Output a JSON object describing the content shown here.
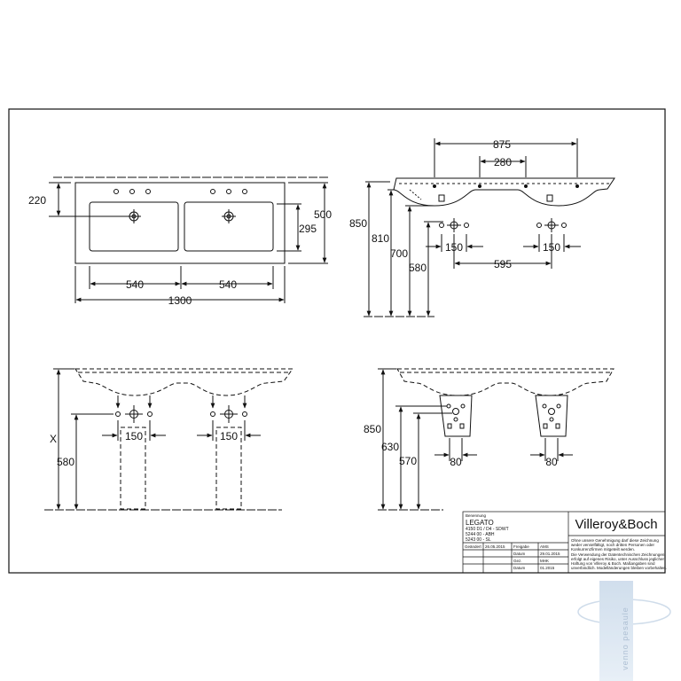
{
  "views": {
    "top": {
      "dims": {
        "d220": "220",
        "d500": "500",
        "d295": "295",
        "d540a": "540",
        "d540b": "540",
        "d1300": "1300"
      }
    },
    "side": {
      "dims": {
        "d875": "875",
        "d280": "280",
        "d850": "850",
        "d810": "810",
        "d700": "700",
        "d580": "580",
        "d150a": "150",
        "d150b": "150",
        "d595": "595"
      }
    },
    "front_pedestal": {
      "dims": {
        "dX": "X",
        "d580": "580",
        "d150a": "150",
        "d150b": "150"
      }
    },
    "front_half": {
      "dims": {
        "d850": "850",
        "d630": "630",
        "d570": "570",
        "d80a": "80",
        "d80b": "80"
      }
    }
  },
  "title_block": {
    "header_label": "Benennung",
    "product_name": "LEGATO",
    "article_lines": [
      "4150 D1 / D4 - SDWT",
      "5244 00 - ABH",
      "5243 00 - SL"
    ],
    "rows": [
      {
        "a": "Geändert",
        "b": "26.05.2015",
        "c": "Freigabe",
        "d": "AMS"
      },
      {
        "a": "",
        "b": "",
        "c": "Datum",
        "d": "29.01.2015"
      },
      {
        "a": "",
        "b": "",
        "c": "Gez.",
        "d": "MHK"
      },
      {
        "a": "",
        "b": "",
        "c": "Datum",
        "d": "01.2015"
      }
    ],
    "brand": "Villeroy&Boch",
    "legal_lines": [
      "Ohne unsere Genehmigung darf diese Zeichnung",
      "weder vervielfältigt, noch dritten Personen oder",
      "Konkurrenzfirmen mitgeteilt werden.",
      "Die Verwendung der Datentechnischen Zeichnungen",
      "erfolgt auf eigenes Risiko, unter Ausschluss jeglicher",
      "Haftung von Villeroy & Boch. Maßangaben sind",
      "unverbindlich. Modelländerungen bleiben vorbehalten."
    ]
  },
  "watermark": {
    "text": "venno pesaule"
  },
  "colors": {
    "line": "#111111",
    "watermark": "#b9cde0"
  }
}
